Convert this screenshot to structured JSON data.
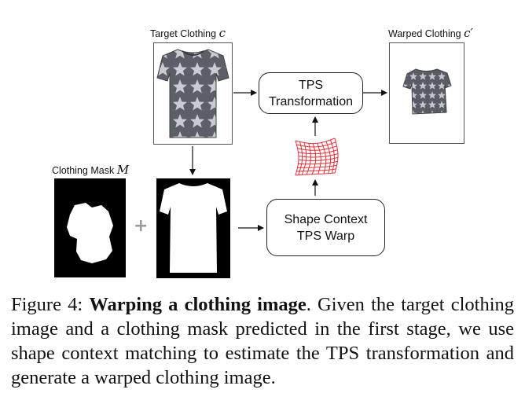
{
  "labels": {
    "target_clothing": "Target Clothing",
    "target_var": "c",
    "warped_clothing": "Warped Clothing",
    "warped_var": "c′",
    "clothing_mask": "Clothing Mask",
    "mask_var": "M"
  },
  "boxes": {
    "tps_line1": "TPS",
    "tps_line2": "Transformation",
    "sc_line1": "Shape Context",
    "sc_line2": "TPS Warp"
  },
  "plus_symbol": "+",
  "caption": {
    "figure_label": "Figure 4:",
    "bold_title": "Warping a clothing image",
    "body": ". Given the target clothing image and a clothing mask predicted in the first stage, we use shape context matching to estimate the TPS transformation and generate a warped clothing image."
  },
  "colors": {
    "shirt": "#5d5f66",
    "grid": "#e0303a",
    "plus": "#9a9a9a"
  }
}
